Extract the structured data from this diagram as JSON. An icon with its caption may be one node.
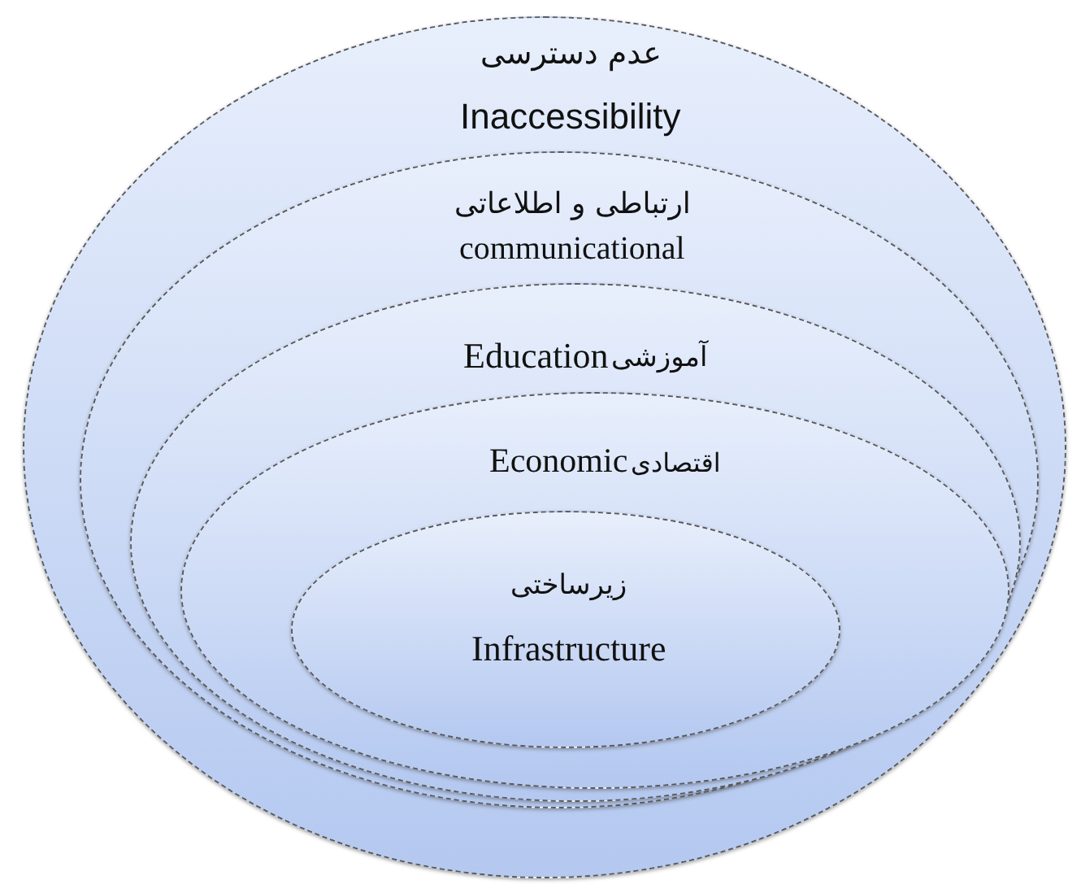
{
  "diagram": {
    "nodes": [
      {
        "text": [
          "عدم دسترسی",
          "Inaccessibility"
        ]
      },
      {
        "text": [
          "ارتباطی و اطلاعاتی",
          "communicational"
        ],
        "in": 0
      },
      {
        "text": [
          "آموزشی",
          "Education"
        ],
        "in": 1
      },
      {
        "text": [
          "اقتصادی",
          "Economic"
        ],
        "in": 2
      },
      {
        "text": [
          "زیرساختی",
          "Infrastructure"
        ],
        "in": 3
      }
    ]
  }
}
